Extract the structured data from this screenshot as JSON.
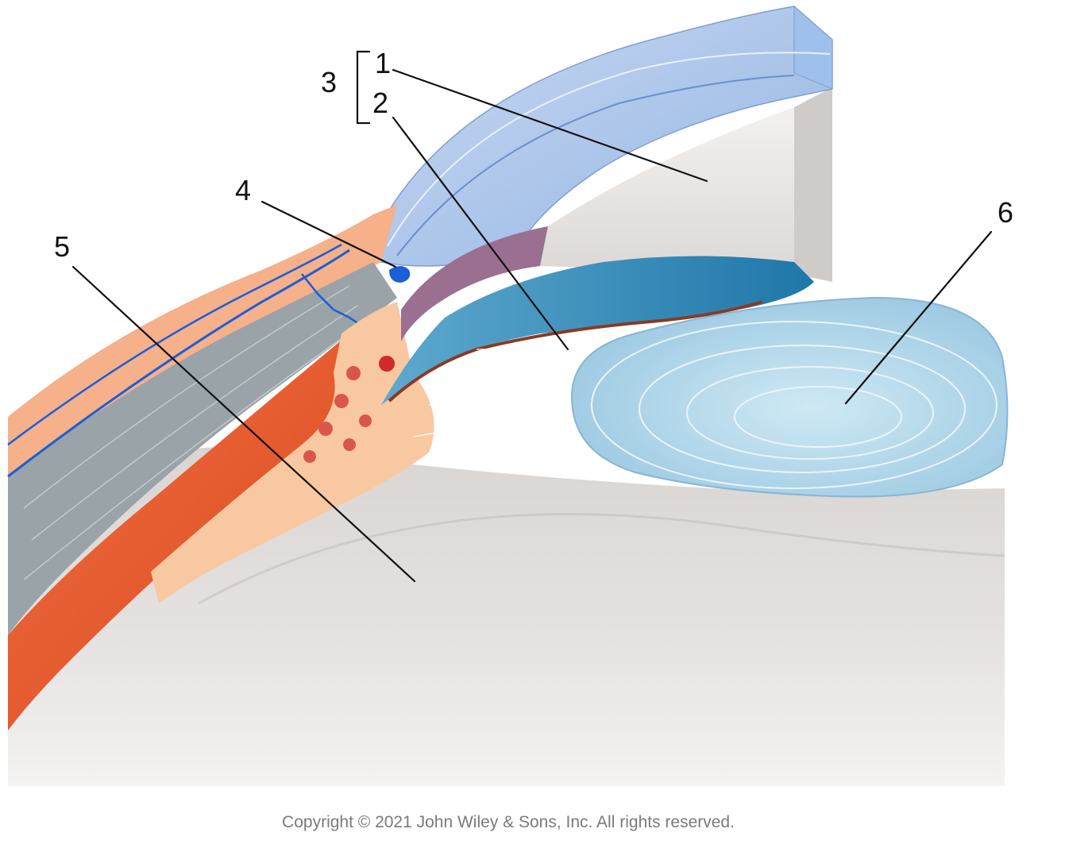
{
  "diagram": {
    "labels": [
      {
        "id": "1",
        "text": "1"
      },
      {
        "id": "2",
        "text": "2"
      },
      {
        "id": "3",
        "text": "3"
      },
      {
        "id": "4",
        "text": "4"
      },
      {
        "id": "5",
        "text": "5"
      },
      {
        "id": "6",
        "text": "6"
      }
    ],
    "colors": {
      "cornea": "#a9c6ea",
      "aqueous": "#ece9e7",
      "vitreous": "#d8d3d0",
      "lens": "#b7dcec",
      "iris": "#2f8cb8",
      "sclera": "#9aa2a6",
      "ciliary_muscle": "#e8552b",
      "ciliary_body": "#f8c8a0",
      "vessels": "#1a5fd6",
      "choroid": "#f4a07a"
    }
  },
  "footer": {
    "copyright": "Copyright © 2021 John Wiley & Sons, Inc. All rights reserved."
  }
}
